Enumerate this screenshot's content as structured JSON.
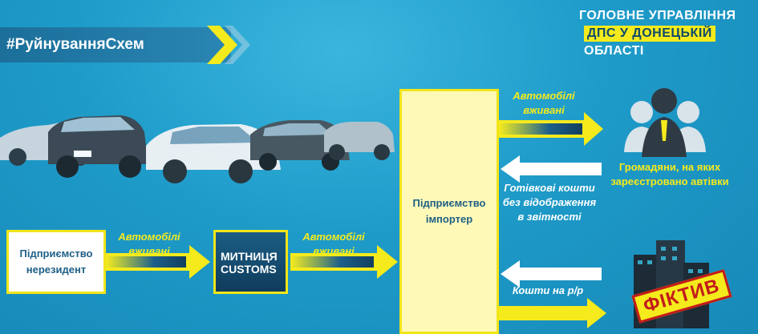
{
  "hashtag": "#РуйнуванняСхем",
  "title": {
    "line1": "ГОЛОВНЕ УПРАВЛІННЯ",
    "line2": "ДПС У ДОНЕЦЬКІЙ",
    "line3": "ОБЛАСТІ"
  },
  "nodes": {
    "nonresident": "Підприємство нерезидент",
    "customs": "МИТНИЦЯ CUSTOMS",
    "importer": "Підприємство імпортер",
    "citizens": "Громадяни, на яких зареєстровано автівки",
    "fictitious": "ФІКТИВ"
  },
  "edges": {
    "used_cars_1": "Автомобілі вживані",
    "used_cars_2": "Автомобілі вживані",
    "used_cars_3": "Автомобілі вживані",
    "cash": "Готівкові кошти без відображення в звітності",
    "account_funds": "Кошти на р/р"
  },
  "colors": {
    "background": "#1e9bc9",
    "accent_yellow": "#f5ea1c",
    "box_fill": "#fff9b8",
    "text_dark": "#1f5f86",
    "danger_red": "#c21b1b"
  },
  "icons": [
    "chevron-icon",
    "cars-illustration",
    "people-icon",
    "buildings-icon",
    "arrow-right-icon"
  ]
}
